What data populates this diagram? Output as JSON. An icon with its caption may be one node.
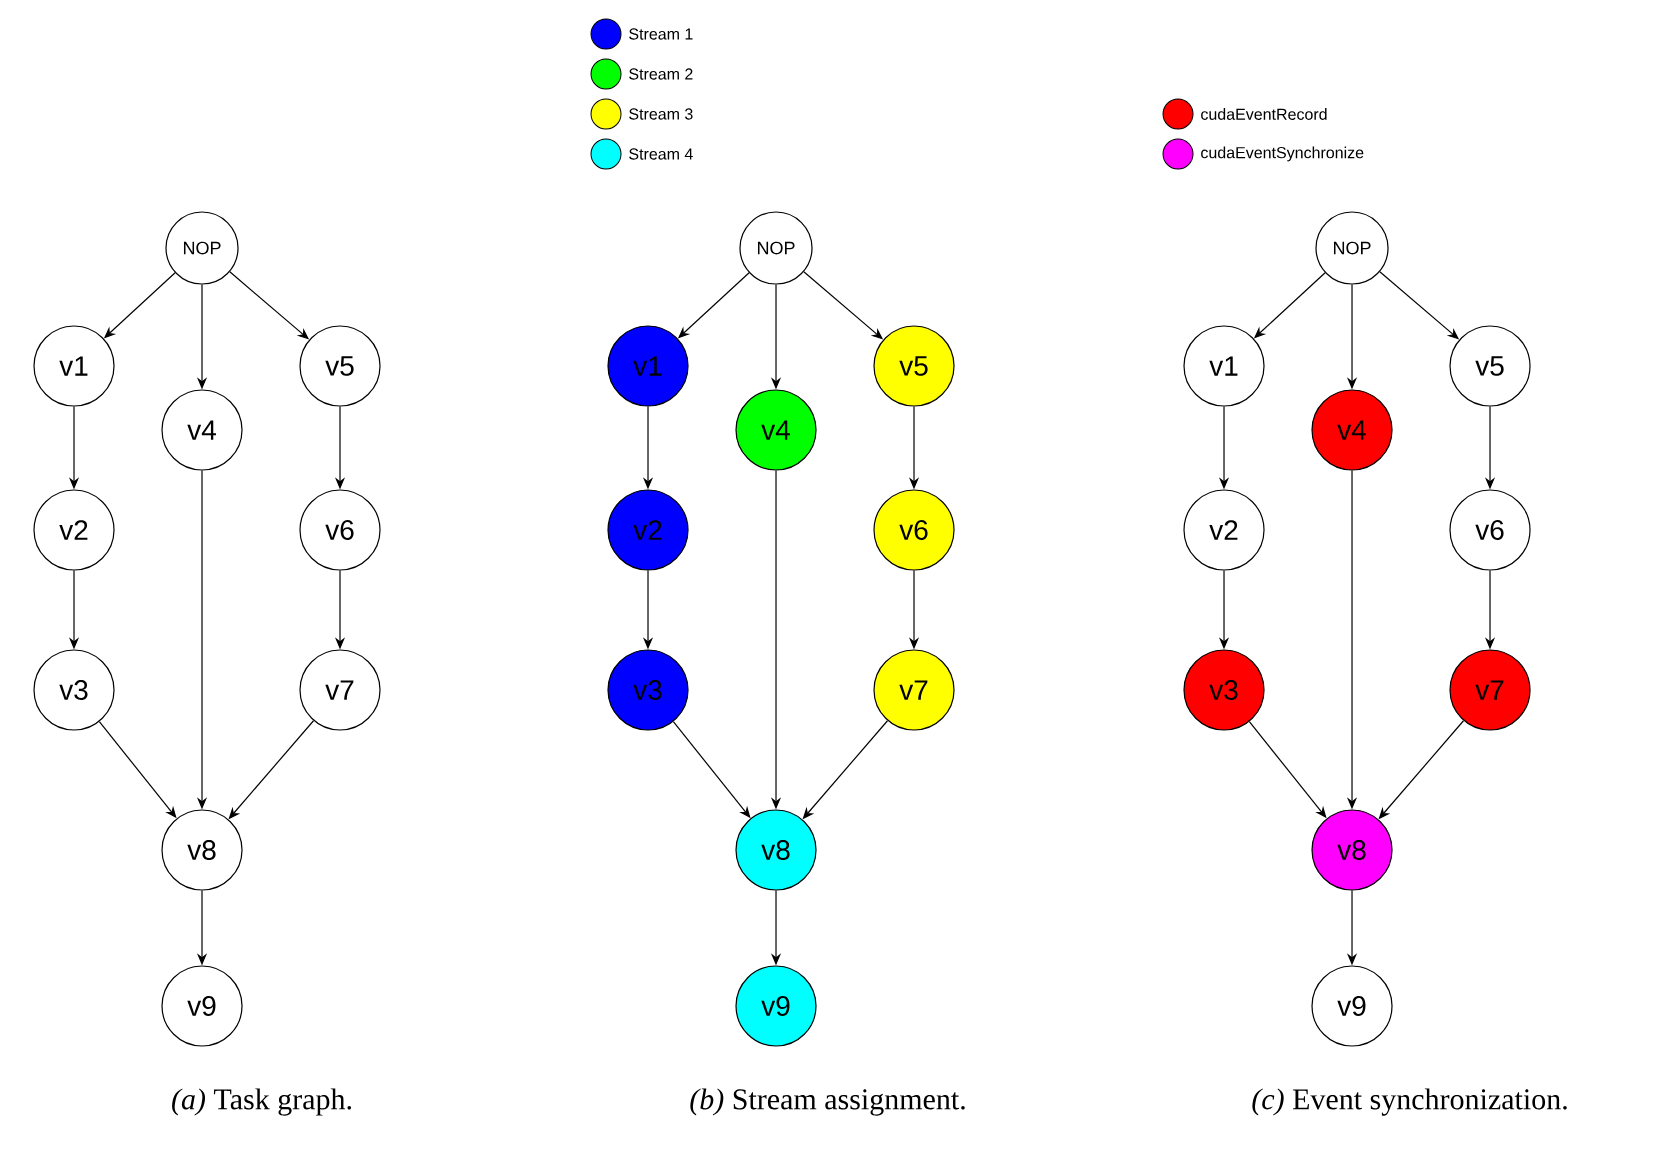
{
  "diagram": {
    "nodes": [
      {
        "text": [
          "NOP"
        ]
      },
      {
        "text": [
          "v1"
        ]
      },
      {
        "text": [
          "v2"
        ]
      },
      {
        "text": [
          "v3"
        ]
      },
      {
        "text": [
          "v4"
        ]
      },
      {
        "text": [
          "v5"
        ]
      },
      {
        "text": [
          "v6"
        ]
      },
      {
        "text": [
          "v7"
        ]
      },
      {
        "text": [
          "v8"
        ]
      },
      {
        "text": [
          "v9"
        ]
      },
      {
        "text": [
          "NOP"
        ]
      },
      {
        "text": [
          "v1"
        ]
      },
      {
        "text": [
          "v2"
        ]
      },
      {
        "text": [
          "v3"
        ]
      },
      {
        "text": [
          "v4"
        ]
      },
      {
        "text": [
          "v5"
        ]
      },
      {
        "text": [
          "v6"
        ]
      },
      {
        "text": [
          "v7"
        ]
      },
      {
        "text": [
          "v8"
        ]
      },
      {
        "text": [
          "v9"
        ]
      },
      {
        "text": [
          "NOP"
        ]
      },
      {
        "text": [
          "v1"
        ]
      },
      {
        "text": [
          "v2"
        ]
      },
      {
        "text": [
          "v3"
        ]
      },
      {
        "text": [
          "v4"
        ]
      },
      {
        "text": [
          "v5"
        ]
      },
      {
        "text": [
          "v6"
        ]
      },
      {
        "text": [
          "v7"
        ]
      },
      {
        "text": [
          "v8"
        ]
      },
      {
        "text": [
          "v9"
        ]
      }
    ],
    "edges": [
      {
        "from": 0,
        "to": 1,
        "arrow": "to"
      },
      {
        "from": 0,
        "to": 4,
        "arrow": "to"
      },
      {
        "from": 0,
        "to": 5,
        "arrow": "to"
      },
      {
        "from": 1,
        "to": 2,
        "arrow": "to"
      },
      {
        "from": 2,
        "to": 3,
        "arrow": "to"
      },
      {
        "from": 5,
        "to": 6,
        "arrow": "to"
      },
      {
        "from": 6,
        "to": 7,
        "arrow": "to"
      },
      {
        "from": 3,
        "to": 8,
        "arrow": "to"
      },
      {
        "from": 4,
        "to": 8,
        "arrow": "to"
      },
      {
        "from": 7,
        "to": 8,
        "arrow": "to"
      },
      {
        "from": 8,
        "to": 9,
        "arrow": "to"
      },
      {
        "from": 10,
        "to": 11,
        "arrow": "to"
      },
      {
        "from": 10,
        "to": 14,
        "arrow": "to"
      },
      {
        "from": 10,
        "to": 15,
        "arrow": "to"
      },
      {
        "from": 11,
        "to": 12,
        "arrow": "to"
      },
      {
        "from": 12,
        "to": 13,
        "arrow": "to"
      },
      {
        "from": 15,
        "to": 16,
        "arrow": "to"
      },
      {
        "from": 16,
        "to": 17,
        "arrow": "to"
      },
      {
        "from": 13,
        "to": 18,
        "arrow": "to"
      },
      {
        "from": 14,
        "to": 18,
        "arrow": "to"
      },
      {
        "from": 17,
        "to": 18,
        "arrow": "to"
      },
      {
        "from": 18,
        "to": 19,
        "arrow": "to"
      },
      {
        "from": 20,
        "to": 21,
        "arrow": "to"
      },
      {
        "from": 20,
        "to": 24,
        "arrow": "to"
      },
      {
        "from": 20,
        "to": 25,
        "arrow": "to"
      },
      {
        "from": 21,
        "to": 22,
        "arrow": "to"
      },
      {
        "from": 22,
        "to": 23,
        "arrow": "to"
      },
      {
        "from": 25,
        "to": 26,
        "arrow": "to"
      },
      {
        "from": 26,
        "to": 27,
        "arrow": "to"
      },
      {
        "from": 23,
        "to": 28,
        "arrow": "to"
      },
      {
        "from": 24,
        "to": 28,
        "arrow": "to"
      },
      {
        "from": 27,
        "to": 28,
        "arrow": "to"
      },
      {
        "from": 28,
        "to": 29,
        "arrow": "to"
      }
    ],
    "labels": [
      "*(a)* Task graph.",
      "*(b)* Stream assignment.",
      "*(c)* Event synchronization."
    ],
    "legend": [
      {
        "text": "Stream 1",
        "color": "#0000ff"
      },
      {
        "text": "Stream 2",
        "color": "#00ff00"
      },
      {
        "text": "Stream 3",
        "color": "#ffff00"
      },
      {
        "text": "Stream 4",
        "color": "#00ffff"
      },
      {
        "text": "cudaEventRecord",
        "color": "#ff0000"
      },
      {
        "text": "cudaEventSynchronize",
        "color": "#ff00ff"
      }
    ]
  }
}
